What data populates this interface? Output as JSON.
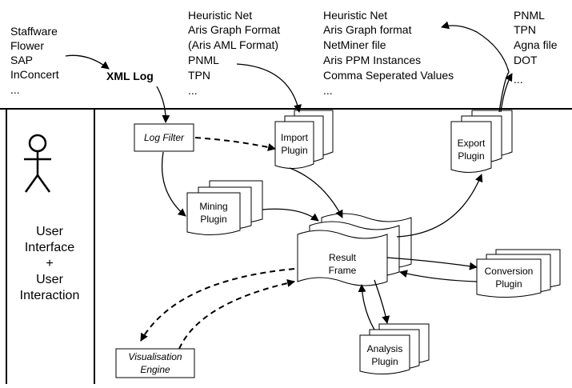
{
  "sources": {
    "items": [
      "Staffware",
      "Flower",
      "SAP",
      "InConcert",
      "..."
    ]
  },
  "xml_log": "XML Log",
  "import_formats": {
    "items": [
      "Heuristic Net",
      "Aris Graph Format",
      "(Aris AML Format)",
      "PNML",
      "TPN",
      "..."
    ]
  },
  "export_formats": {
    "items": [
      "Heuristic Net",
      "Aris Graph format",
      "NetMiner file",
      "Aris PPM Instances",
      "Comma Seperated Values",
      "..."
    ]
  },
  "conversion_formats": {
    "items": [
      "PNML",
      "TPN",
      "Agna file",
      "DOT",
      "..."
    ]
  },
  "user_panel": {
    "lines": [
      "User",
      "Interface",
      "+",
      "User",
      "Interaction"
    ]
  },
  "nodes": {
    "log_filter": "Log Filter",
    "import_plugin": [
      "Import",
      "Plugin"
    ],
    "export_plugin": [
      "Export",
      "Plugin"
    ],
    "mining_plugin": [
      "Mining",
      "Plugin"
    ],
    "result_frame": [
      "Result",
      "Frame"
    ],
    "conversion_plugin": [
      "Conversion",
      "Plugin"
    ],
    "analysis_plugin": [
      "Analysis",
      "Plugin"
    ],
    "visualisation_engine": [
      "Visualisation",
      "Engine"
    ]
  }
}
